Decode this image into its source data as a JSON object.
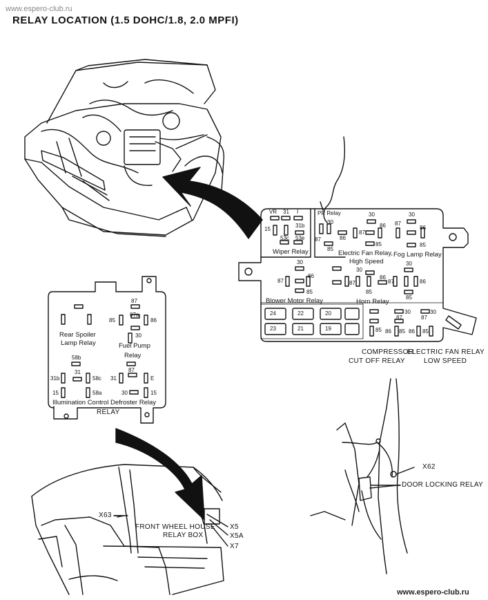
{
  "watermark_top": "www.espero-club.ru",
  "watermark_bottom": "www.espero-club.ru",
  "title": "RELAY LOCATION (1.5 DOHC/1.8, 2.0 MPFI)",
  "engine_box": {
    "wiper_relay": "Wiper Relay",
    "pr_relay": "PR Relay",
    "electric_fan_relay_high": [
      "Electric Fan Relay,",
      "High Speed"
    ],
    "fog_lamp_relay": "Fog Lamp Relay",
    "blower_motor_relay": "Blower Motor Relay",
    "horn_relay": "Horn Relay",
    "compressor_cut_off": [
      "COMPRESSOR",
      "CUT OFF RELAY"
    ],
    "electric_fan_low": [
      "ELECTRIC FAN RELAY",
      "LOW SPEED"
    ],
    "fuses_top": [
      "24",
      "22",
      "20"
    ],
    "fuses_bottom": [
      "23",
      "21",
      "19"
    ],
    "pins": {
      "vr": "VR",
      "p31": "31",
      "p1": "I",
      "p15": "15",
      "p31b": "31b",
      "p53c": "53c",
      "p53e": "53e",
      "p30": "30",
      "p85": "85",
      "p86": "86",
      "p87": "87"
    }
  },
  "interior_box": {
    "rear_spoiler": [
      "Rear Spoiler",
      "Lamp Relay"
    ],
    "fuel_pump": [
      "Fuel Pump",
      "Relay"
    ],
    "illumination_control": "Illumination Control",
    "defroster_relay": "Defroster Relay",
    "relay_caption": "RELAY",
    "pins": {
      "p87": "87",
      "p87a": "87a",
      "p85": "85",
      "p86": "86",
      "p30": "30",
      "p58b": "58b",
      "p31": "31",
      "p31b": "31b",
      "p58c": "58c",
      "p58a": "58a",
      "p15": "15",
      "pE": "E"
    }
  },
  "front_wheel": {
    "x63": "X63",
    "front_wheel_house": "FRONT WHEEL HOUSE",
    "relay_box": "RELAY BOX",
    "x5": "X5",
    "x5a": "X5A",
    "x7": "X7"
  },
  "door": {
    "x62": "X62",
    "door_locking_relay": "DOOR LOCKING RELAY"
  }
}
